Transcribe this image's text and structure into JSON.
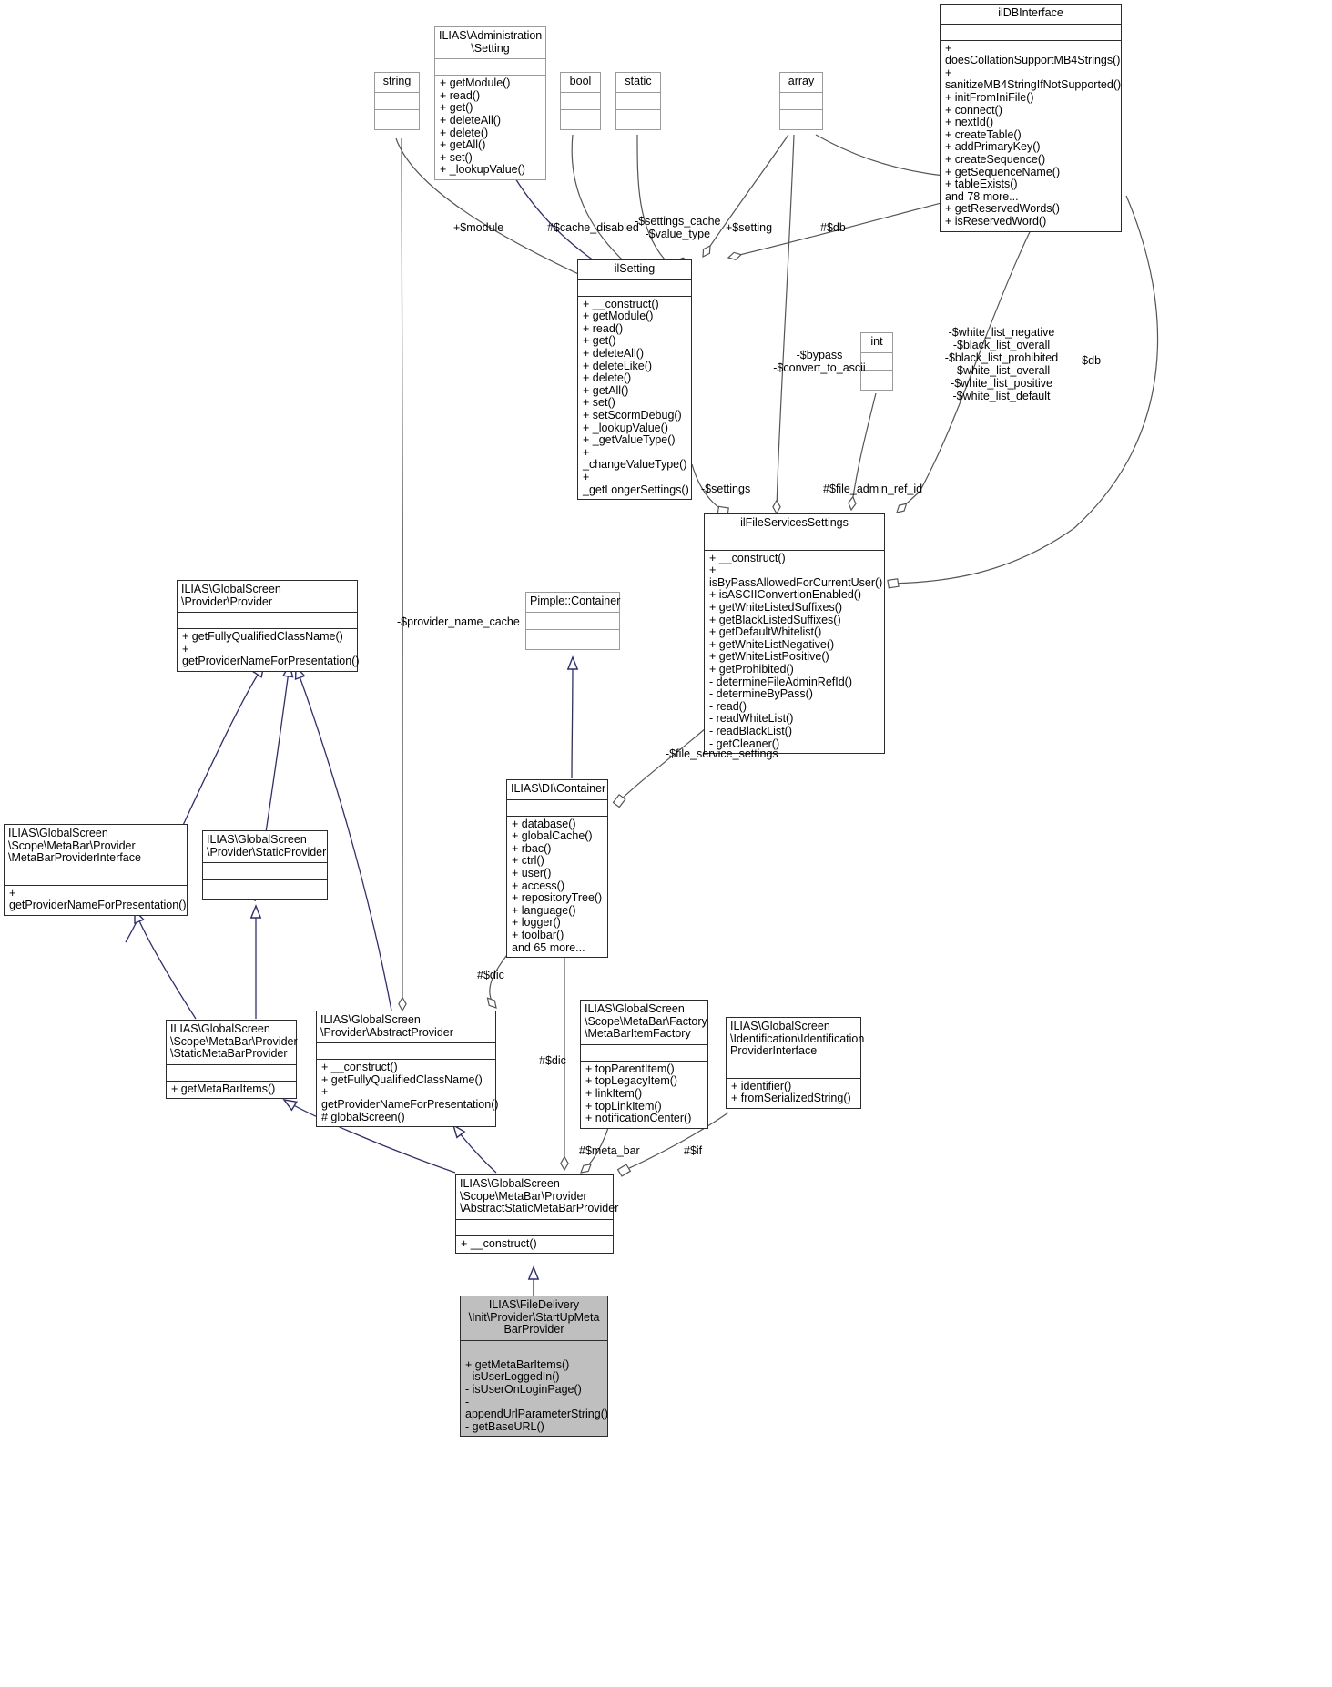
{
  "diagram": {
    "type": "uml-class-collaboration-diagram",
    "title": "ILIAS\\FileDelivery\\Init\\Provider\\StartUpMetaBarProvider collaboration diagram"
  },
  "classes": [
    {
      "id": "string",
      "name": "string",
      "attributes": "",
      "operations": "",
      "style": "thin"
    },
    {
      "id": "administration-setting",
      "name": "ILIAS\\Administration\n\\Setting",
      "attributes": "",
      "operations": "+ getModule()\n+ read()\n+ get()\n+ deleteAll()\n+ delete()\n+ getAll()\n+ set()\n+ _lookupValue()",
      "style": "thin"
    },
    {
      "id": "bool",
      "name": "bool",
      "attributes": "",
      "operations": "",
      "style": "thin"
    },
    {
      "id": "static",
      "name": "static",
      "attributes": "",
      "operations": "",
      "style": "thin"
    },
    {
      "id": "array",
      "name": "array",
      "attributes": "",
      "operations": "",
      "style": "thin"
    },
    {
      "id": "ildbinterface",
      "name": "ilDBInterface",
      "attributes": "",
      "operations": "+ doesCollationSupportMB4Strings()\n+ sanitizeMB4StringIfNotSupported()\n+ initFromIniFile()\n+ connect()\n+ nextId()\n+ createTable()\n+ addPrimaryKey()\n+ createSequence()\n+ getSequenceName()\n+ tableExists()\nand 78 more...\n+ getReservedWords()\n+ isReservedWord()",
      "style": "normal"
    },
    {
      "id": "ilsetting",
      "name": "ilSetting",
      "attributes": "",
      "operations": "+ __construct()\n+ getModule()\n+ read()\n+ get()\n+ deleteAll()\n+ deleteLike()\n+ delete()\n+ getAll()\n+ set()\n+ setScormDebug()\n+ _lookupValue()\n+ _getValueType()\n+ _changeValueType()\n+ _getLongerSettings()",
      "style": "normal"
    },
    {
      "id": "int",
      "name": "int",
      "attributes": "",
      "operations": "",
      "style": "thin"
    },
    {
      "id": "ilfileservicessettings",
      "name": "ilFileServicesSettings",
      "attributes": "",
      "operations": "+ __construct()\n+ isByPassAllowedForCurrentUser()\n+ isASCIIConvertionEnabled()\n+ getWhiteListedSuffixes()\n+ getBlackListedSuffixes()\n+ getDefaultWhitelist()\n+ getWhiteListNegative()\n+ getWhiteListPositive()\n+ getProhibited()\n- determineFileAdminRefId()\n- determineByPass()\n- read()\n- readWhiteList()\n- readBlackList()\n- getCleaner()",
      "style": "normal"
    },
    {
      "id": "globalscreen-provider-provider",
      "name": "ILIAS\\GlobalScreen\n\\Provider\\Provider",
      "attributes": "",
      "operations": "+ getFullyQualifiedClassName()\n+ getProviderNameForPresentation()",
      "style": "normal"
    },
    {
      "id": "pimple-container",
      "name": "Pimple::Container",
      "attributes": "",
      "operations": "",
      "style": "thin"
    },
    {
      "id": "di-container",
      "name": "ILIAS\\DI\\Container",
      "attributes": "",
      "operations": "+ database()\n+ globalCache()\n+ rbac()\n+ ctrl()\n+ user()\n+ access()\n+ repositoryTree()\n+ language()\n+ logger()\n+ toolbar()\nand 65 more...",
      "style": "normal"
    },
    {
      "id": "metabarproviderinterface",
      "name": "ILIAS\\GlobalScreen\n\\Scope\\MetaBar\\Provider\n\\MetaBarProviderInterface",
      "attributes": "",
      "operations": "+ getProviderNameForPresentation()",
      "style": "normal"
    },
    {
      "id": "staticprovider",
      "name": "ILIAS\\GlobalScreen\n\\Provider\\StaticProvider",
      "attributes": "",
      "operations": "",
      "style": "normal"
    },
    {
      "id": "staticmetabarprovider",
      "name": "ILIAS\\GlobalScreen\n\\Scope\\MetaBar\\Provider\n\\StaticMetaBarProvider",
      "attributes": "",
      "operations": "+ getMetaBarItems()",
      "style": "normal"
    },
    {
      "id": "abstractprovider",
      "name": "ILIAS\\GlobalScreen\n\\Provider\\AbstractProvider",
      "attributes": "",
      "operations": "+ __construct()\n+ getFullyQualifiedClassName()\n+ getProviderNameForPresentation()\n# globalScreen()",
      "style": "normal"
    },
    {
      "id": "metabaritemfactory",
      "name": "ILIAS\\GlobalScreen\n\\Scope\\MetaBar\\Factory\n\\MetaBarItemFactory",
      "attributes": "",
      "operations": "+ topParentItem()\n+ topLegacyItem()\n+ linkItem()\n+ topLinkItem()\n+ notificationCenter()",
      "style": "normal"
    },
    {
      "id": "identificationproviderinterface",
      "name": "ILIAS\\GlobalScreen\n\\Identification\\Identification\nProviderInterface",
      "attributes": "",
      "operations": "+ identifier()\n+ fromSerializedString()",
      "style": "normal"
    },
    {
      "id": "abstractstaticmetabarprovider",
      "name": "ILIAS\\GlobalScreen\n\\Scope\\MetaBar\\Provider\n\\AbstractStaticMetaBarProvider",
      "attributes": "",
      "operations": "+ __construct()",
      "style": "normal"
    },
    {
      "id": "startupmetabarprovider",
      "name": "ILIAS\\FileDelivery\n\\Init\\Provider\\StartUpMeta\nBarProvider",
      "attributes": "",
      "operations": "+ getMetaBarItems()\n- isUserLoggedIn()\n- isUserOnLoginPage()\n- appendUrlParameterString()\n- getBaseURL()",
      "style": "filled"
    }
  ],
  "edge_labels": [
    {
      "id": "module",
      "text": "+$module"
    },
    {
      "id": "cache-disabled",
      "text": "#$cache_disabled"
    },
    {
      "id": "settings-cache",
      "text": "-$settings_cache\n-$value_type"
    },
    {
      "id": "setting",
      "text": "+$setting"
    },
    {
      "id": "db-top",
      "text": "#$db"
    },
    {
      "id": "white-black-lists",
      "text": "-$white_list_negative\n-$black_list_overall\n-$black_list_prohibited\n-$white_list_overall\n-$white_list_positive\n-$white_list_default"
    },
    {
      "id": "db-right",
      "text": "-$db"
    },
    {
      "id": "bypass-convert",
      "text": "-$bypass\n-$convert_to_ascii"
    },
    {
      "id": "settings",
      "text": "-$settings"
    },
    {
      "id": "file-admin-ref-id",
      "text": "#$file_admin_ref_id"
    },
    {
      "id": "provider-name-cache",
      "text": "-$provider_name_cache"
    },
    {
      "id": "file-service-settings",
      "text": "-$file_service_settings"
    },
    {
      "id": "dic-upper",
      "text": "#$dic"
    },
    {
      "id": "dic-lower",
      "text": "#$dic"
    },
    {
      "id": "meta-bar",
      "text": "#$meta_bar"
    },
    {
      "id": "if",
      "text": "#$if"
    }
  ],
  "colors": {
    "border": "#2b2b2b",
    "thin_border": "#9a9a9a",
    "inheritance_edge": "#2c2c80",
    "association_edge": "#555555",
    "highlight_fill": "#bfbfbf",
    "background": "#ffffff"
  }
}
